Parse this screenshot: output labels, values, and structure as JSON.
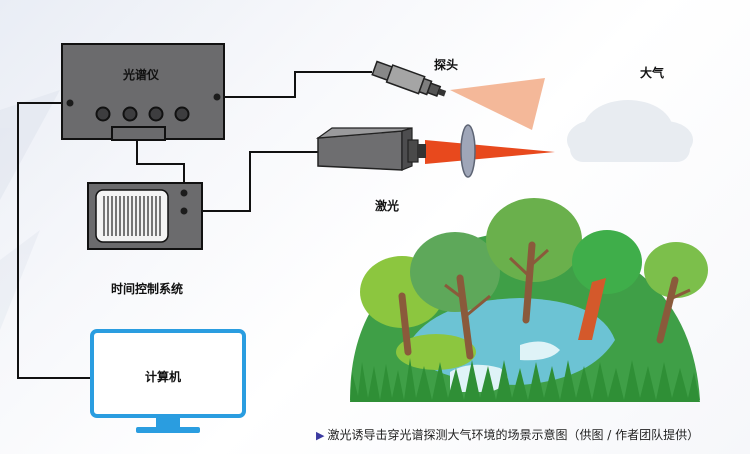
{
  "labels": {
    "spectrometer": "光谱仪",
    "probe": "探头",
    "atmosphere": "大气",
    "laser": "激光",
    "timing_control": "时间控制系统",
    "computer": "计算机"
  },
  "caption": "激光诱导击穿光谱探测大气环境的场景示意图（供图 / 作者团队提供）",
  "colors": {
    "box_fill": "#6b6b6d",
    "wire": "#111111",
    "monitor": "#2a9de0",
    "laser_beam": "#e8491d",
    "probe_beam": "#f3b08e",
    "cloud": "#e8ecf1",
    "grass": "#3d9a3a",
    "water": "#6cc3d4"
  }
}
